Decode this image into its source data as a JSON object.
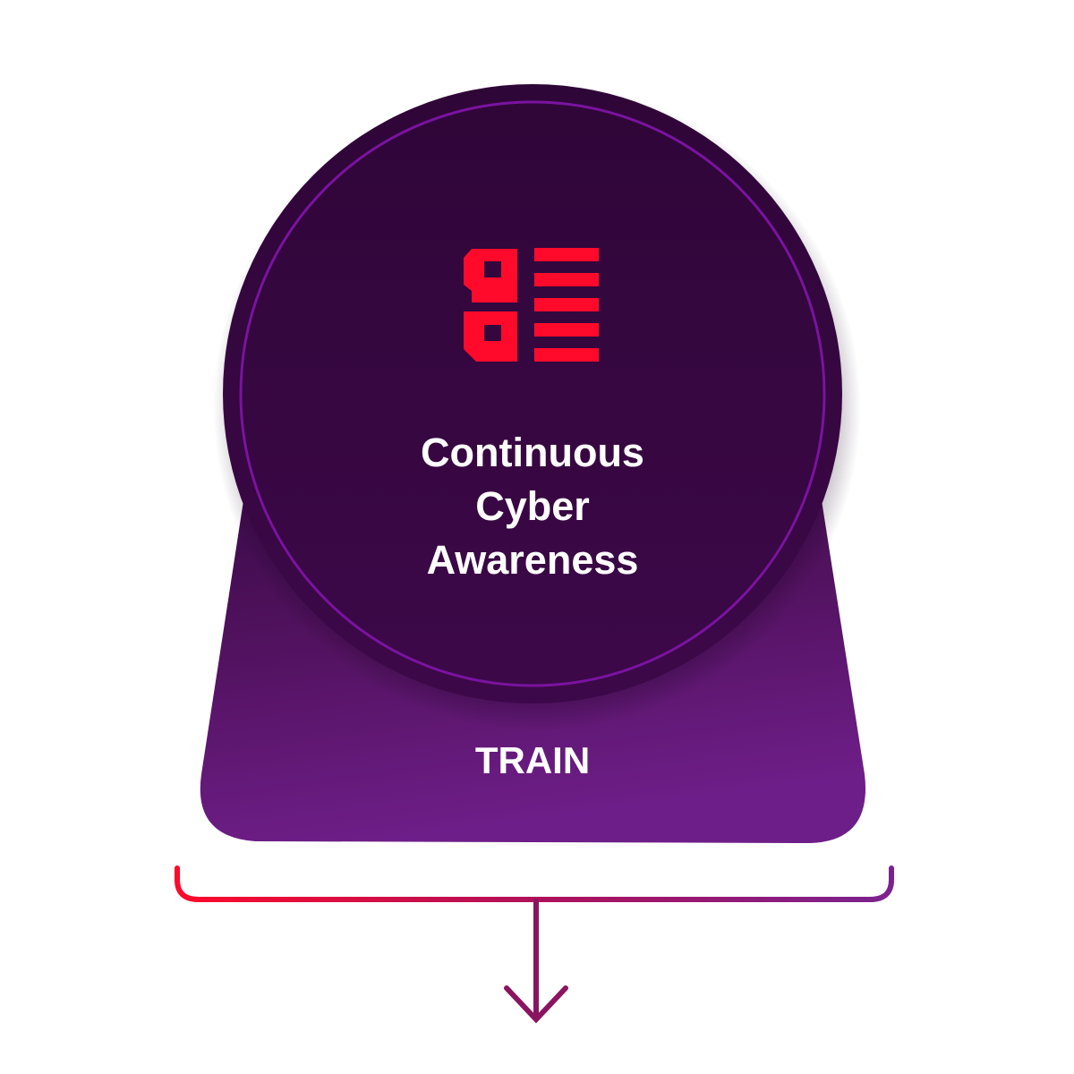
{
  "colors": {
    "background": "#ffffff",
    "circle_dark": "#2e0638",
    "circle_ring": "#7a13a0",
    "base_dark": "#3d0c4b",
    "base_light": "#6c1e85",
    "icon_red": "#ff0a2a",
    "bracket_start": "#ff0a2a",
    "bracket_end": "#7a2290",
    "arrow": "#8a1460"
  },
  "icons": {
    "main": "checklist-icon",
    "arrow": "arrow-down-icon"
  },
  "circle": {
    "title_lines": [
      "Continuous",
      "Cyber",
      "Awareness"
    ]
  },
  "base": {
    "label": "TRAIN"
  }
}
